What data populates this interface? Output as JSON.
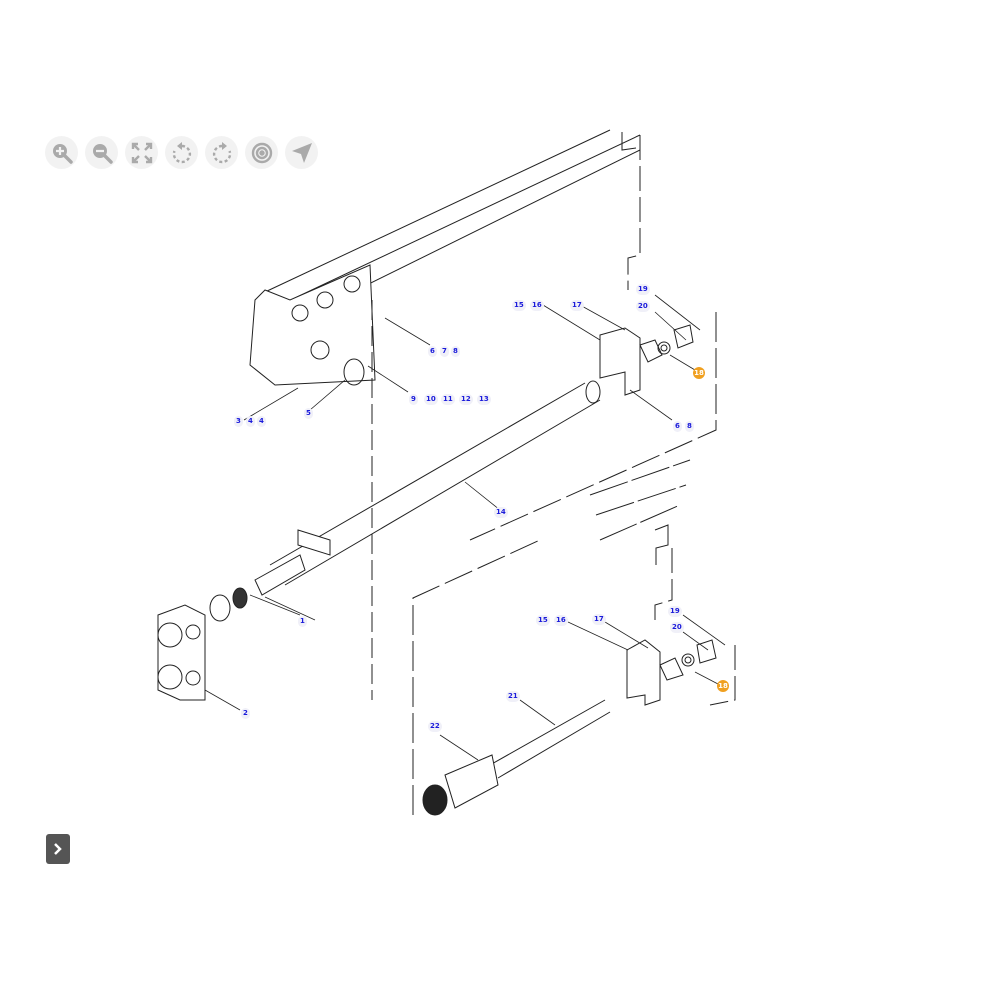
{
  "toolbar": {
    "buttons": [
      {
        "name": "zoom-in-icon"
      },
      {
        "name": "zoom-out-icon"
      },
      {
        "name": "fit-screen-icon"
      },
      {
        "name": "rotate-left-icon"
      },
      {
        "name": "rotate-right-icon"
      },
      {
        "name": "target-icon"
      },
      {
        "name": "navigate-icon"
      }
    ]
  },
  "callouts": {
    "c1": "1",
    "c2": "2",
    "c3": "3",
    "c4a": "4",
    "c4b": "4",
    "c5": "5",
    "c6a": "6",
    "c7": "7",
    "c8a": "8",
    "c9": "9",
    "c10": "10",
    "c11": "11",
    "c12": "12",
    "c13": "13",
    "c14": "14",
    "c15a": "15",
    "c16a": "16",
    "c17a": "17",
    "c18a": "18",
    "c19a": "19",
    "c20a": "20",
    "c6b": "6",
    "c8b": "8",
    "c15b": "15",
    "c16b": "16",
    "c17b": "17",
    "c18b": "18",
    "c19b": "19",
    "c20b": "20",
    "c21": "21",
    "c22": "22"
  },
  "colors": {
    "highlight": "#f0a020",
    "callout_text": "#1a1adb"
  }
}
